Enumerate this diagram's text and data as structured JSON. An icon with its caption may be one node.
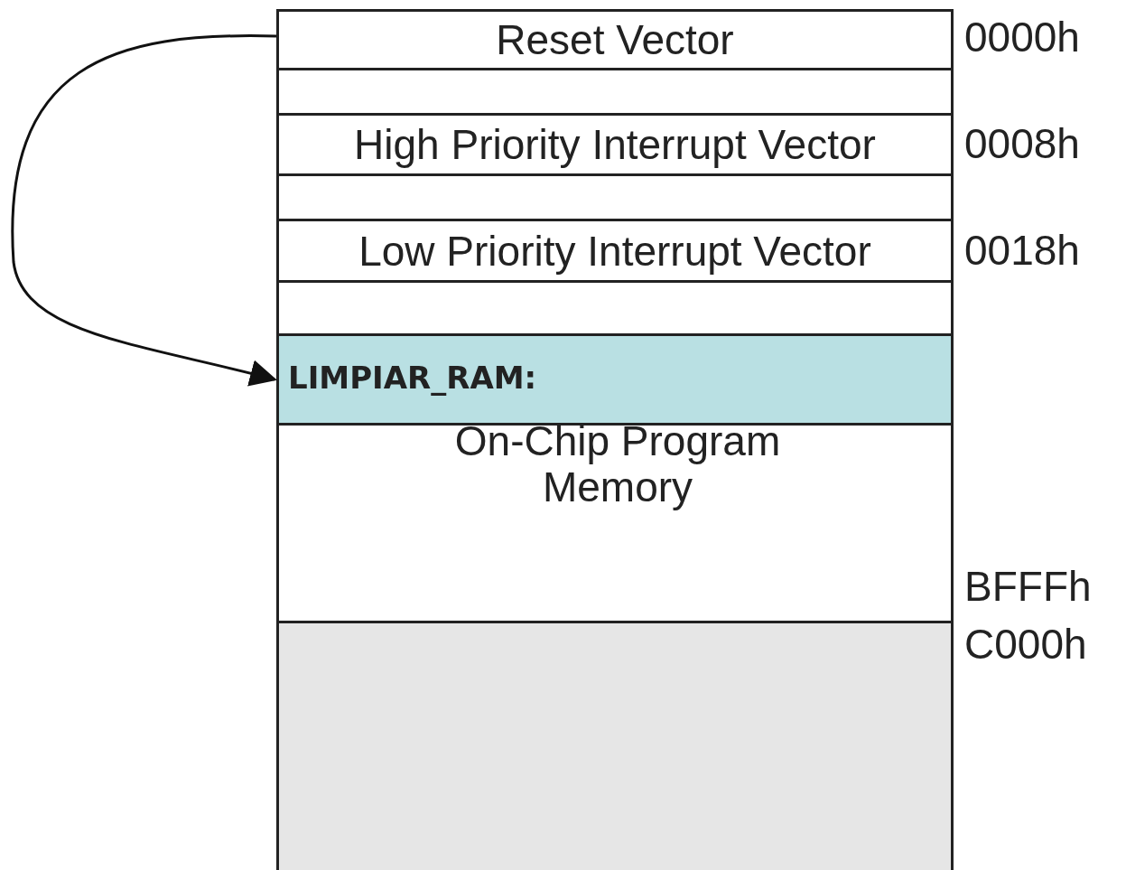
{
  "diagram": {
    "nodes": [
      {
        "text": [
          "Reset Vector"
        ]
      },
      {
        "text": [],
        "shape": "box"
      },
      {
        "text": [
          "High Priority Interrupt Vector"
        ]
      },
      {
        "text": [],
        "shape": "box"
      },
      {
        "text": [
          "Low Priority Interrupt Vector"
        ]
      },
      {
        "text": [
          "On-Chip Program Memory"
        ]
      },
      {
        "text": [
          "LIMPIAR_RAM:"
        ],
        "in": 5
      },
      {
        "text": [],
        "shape": "box"
      }
    ],
    "edges": [
      {
        "from": 0,
        "to": 6,
        "arrow": "to"
      }
    ],
    "labels": [
      "0000h",
      "0008h",
      "0018h",
      "BFFFh",
      "C000h"
    ]
  }
}
